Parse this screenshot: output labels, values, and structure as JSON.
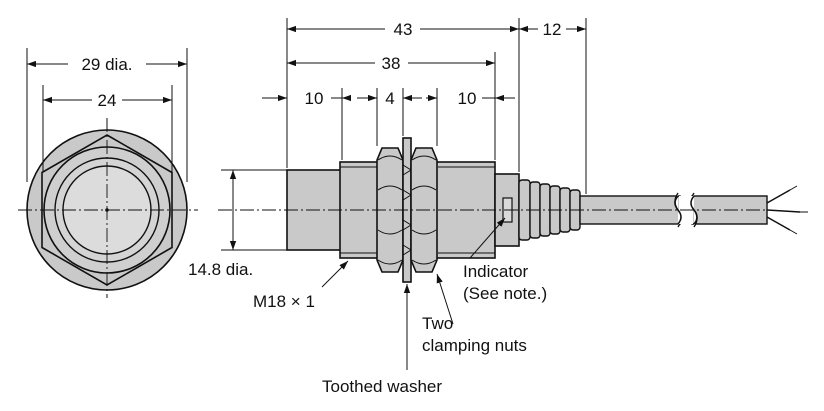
{
  "dimensions": {
    "outer_dia": "29 dia.",
    "inner_dia": "24",
    "face_dia": "14.8 dia.",
    "total_length": "43",
    "threaded_length": "38",
    "cable_length": "12",
    "seg_left": "10",
    "seg_mid": "4",
    "seg_right": "10"
  },
  "labels": {
    "thread": "M18 × 1",
    "indicator_line1": "Indicator",
    "indicator_line2": "(See note.)",
    "nuts_line1": "Two",
    "nuts_line2": "clamping nuts",
    "washer": "Toothed washer"
  },
  "colors": {
    "ink": "#111111",
    "body_fill": "#c9c9c9",
    "face_fill": "#dadada",
    "background": "#ffffff"
  }
}
